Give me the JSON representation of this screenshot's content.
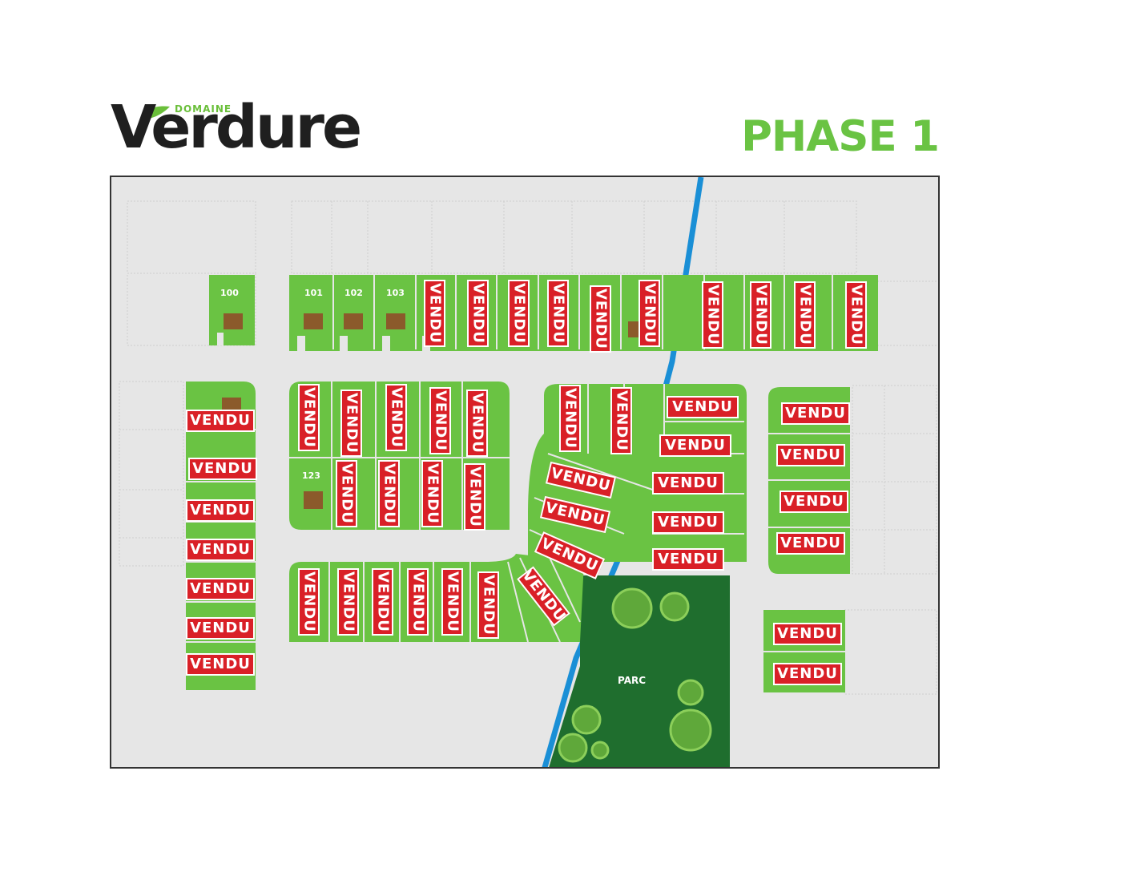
{
  "logo": {
    "small_text": "DOMAINE",
    "main_text": "Verdure"
  },
  "phase_title": "PHASE 1",
  "lot_numbers": [
    "100",
    "101",
    "102",
    "103",
    "123"
  ],
  "sold_label": "VENDU",
  "park_label": "PARC",
  "colors": {
    "lot_green": "#6ac343",
    "park_green": "#1f6e2e",
    "stream_blue": "#1a8fd6",
    "sold_red": "#d92027",
    "road_gray": "#e6e6e6"
  }
}
